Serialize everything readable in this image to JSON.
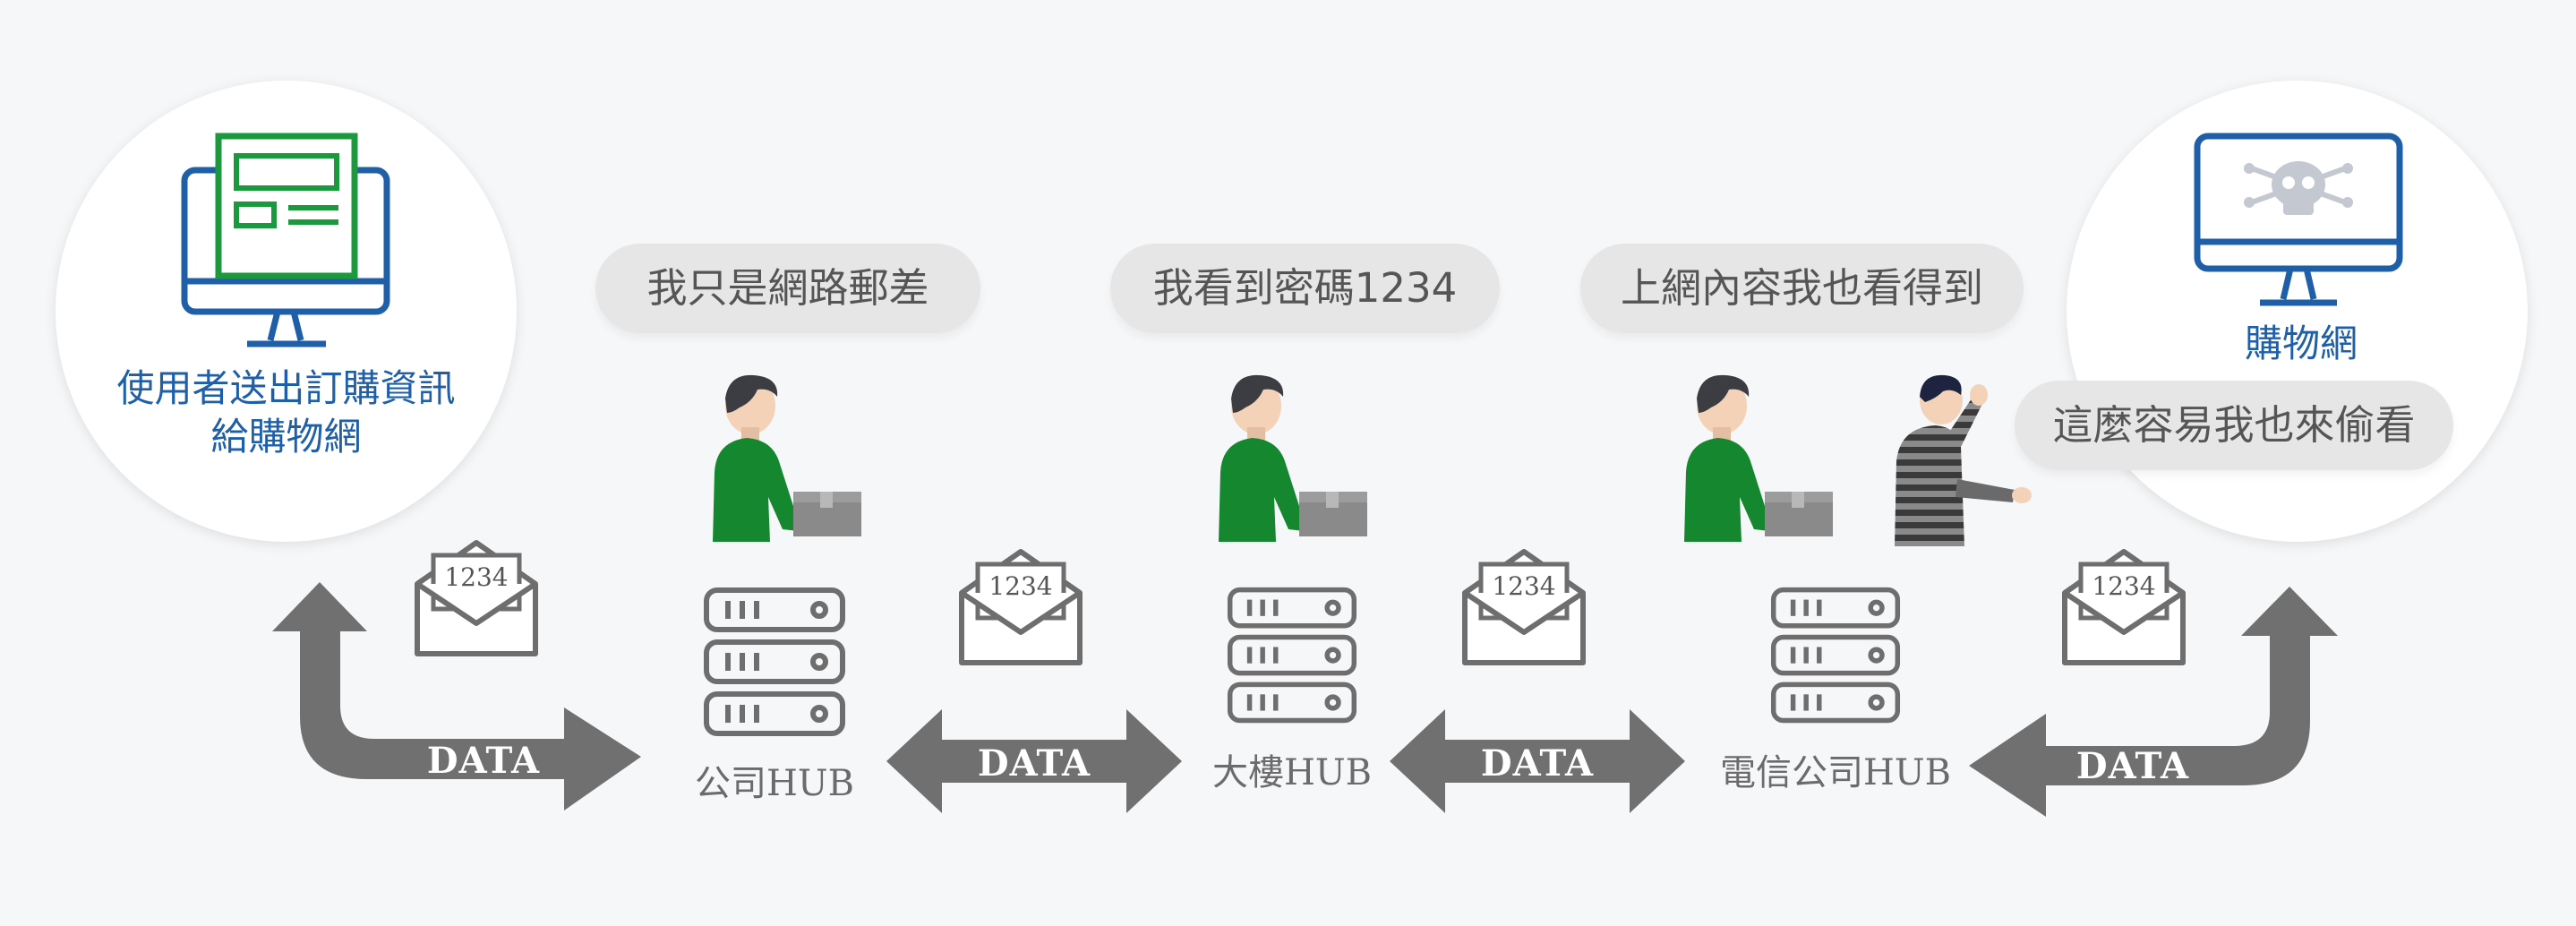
{
  "user_circle": {
    "line1": "使用者送出訂購資訊",
    "line2": "給購物網"
  },
  "shop_circle": {
    "label": "購物網"
  },
  "bubbles": {
    "company_hub_speech": "我只是網路郵差",
    "building_hub_speech": "我看到密碼1234",
    "telecom_hub_speech": "上網內容我也看得到",
    "eavesdropper_speech": "這麼容易我也來偷看"
  },
  "hubs": {
    "company": "公司HUB",
    "building": "大樓HUB",
    "telecom": "電信公司HUB"
  },
  "arrows": {
    "a1": "DATA",
    "a2": "DATA",
    "a3": "DATA",
    "a4": "DATA"
  },
  "envelope_code": "1234",
  "colors": {
    "green": "#1a9a3c",
    "blue": "#1f5fa8",
    "gray_arrow": "#707070",
    "shirt_green": "#14872f"
  },
  "icons": [
    "shopping-terminal-icon",
    "malware-monitor-icon",
    "mail-carrier-icon",
    "server-rack-icon",
    "envelope-icon",
    "eavesdropper-icon"
  ]
}
